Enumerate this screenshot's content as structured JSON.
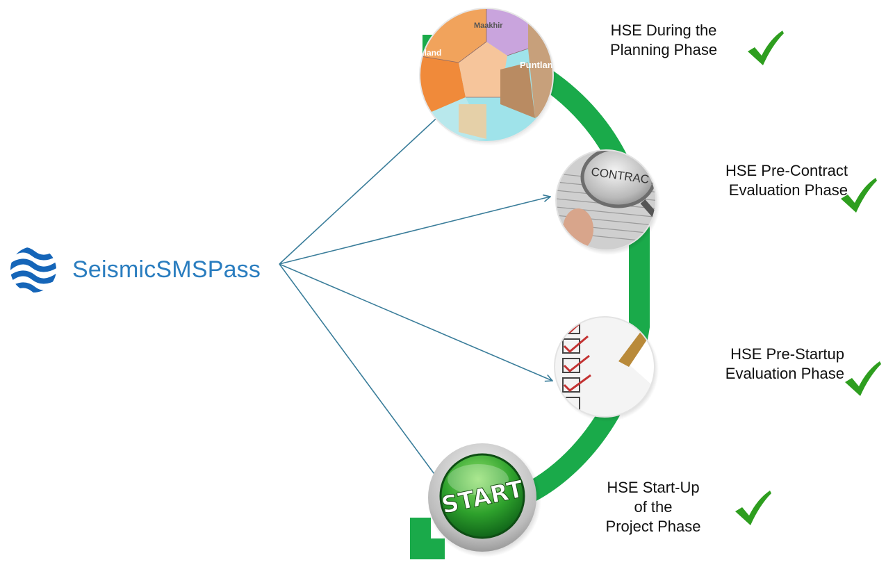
{
  "brand": {
    "name": "SeismicSMSPass",
    "icon": "waves-logo-icon",
    "color": "#2a7dbf"
  },
  "colors": {
    "ring": "#1aaa4a",
    "arrow": "#3a7d9a",
    "check": "#2e9e1f"
  },
  "phases": [
    {
      "label": "HSE During the\nPlanning Phase",
      "image": "map-icon",
      "status": "checkmark-icon"
    },
    {
      "label": "HSE Pre-Contract\nEvaluation Phase",
      "image": "contract-magnifier-icon",
      "status": "checkmark-icon"
    },
    {
      "label": "HSE Pre-Startup\nEvaluation Phase",
      "image": "checklist-icon",
      "status": "checkmark-icon"
    },
    {
      "label": "HSE Start-Up\nof the\nProject Phase",
      "image": "start-button-icon",
      "start_text": "START",
      "status": "checkmark-icon"
    }
  ],
  "map_labels": {
    "a": "Maakhir",
    "b": "Puntland",
    "c": "liland"
  },
  "contract_word": "CONTRACT"
}
